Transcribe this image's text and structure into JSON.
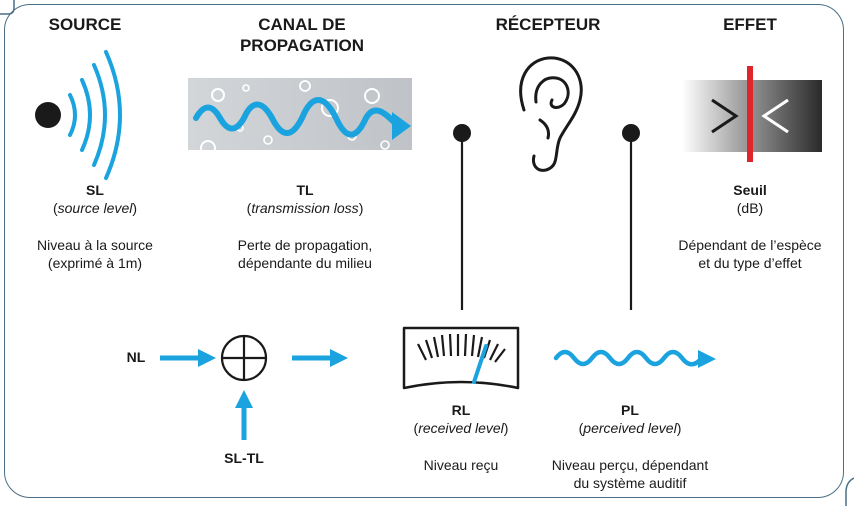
{
  "headers": {
    "source": "SOURCE",
    "canal_line1": "CANAL DE",
    "canal_line2": "PROPAGATION",
    "recepteur": "RÉCEPTEUR",
    "effet": "EFFET"
  },
  "source": {
    "abbr": "SL",
    "term": "source level",
    "desc_line1": "Niveau à la source",
    "desc_line2": "(exprimé à 1m)"
  },
  "transmission": {
    "abbr": "TL",
    "term": "transmission loss",
    "desc_line1": "Perte de propagation,",
    "desc_line2": "dépendante du milieu"
  },
  "effect": {
    "abbr": "Seuil",
    "unit": "(dB)",
    "desc_line1": "Dépendant de l’espèce",
    "desc_line2": "et du type d’effet"
  },
  "noise": {
    "label": "NL",
    "input_label": "SL-TL"
  },
  "received": {
    "abbr": "RL",
    "term": "received level",
    "desc": "Niveau reçu"
  },
  "perceived": {
    "abbr": "PL",
    "term": "perceived level",
    "desc_line1": "Niveau perçu, dépendant",
    "desc_line2": "du système auditif"
  },
  "colors": {
    "accent": "#1aa3de",
    "frame": "#4a6f86",
    "threshold": "#e0242b",
    "ink": "#1a1a1a"
  },
  "icons": [
    "sound-source-icon",
    "water-medium-icon",
    "ear-icon",
    "threshold-gradient-icon",
    "summing-junction-icon",
    "level-meter-icon",
    "perceived-wave-icon"
  ]
}
